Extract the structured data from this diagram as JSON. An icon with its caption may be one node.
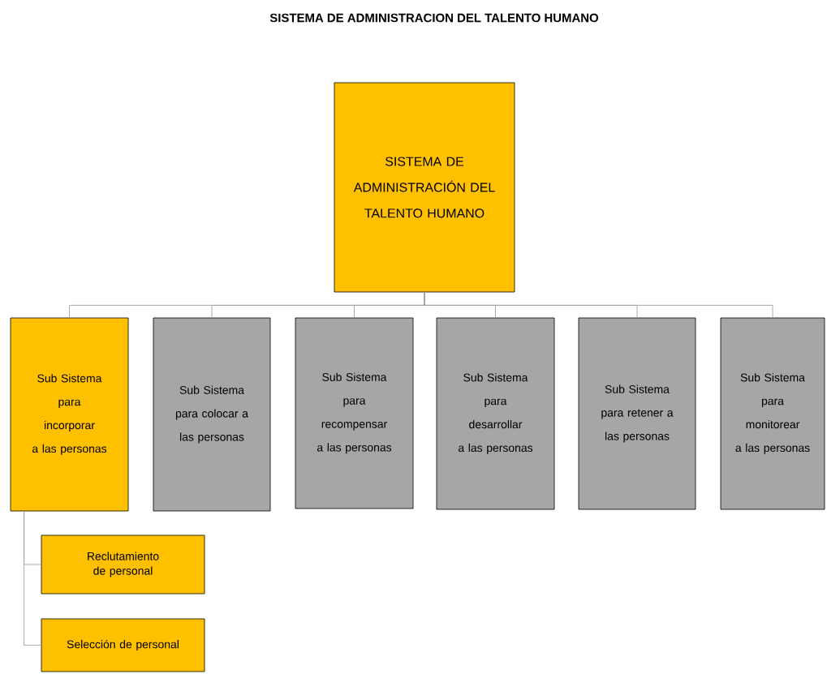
{
  "diagram": {
    "title": "SISTEMA DE ADMINISTRACION DEL TALENTO HUMANO",
    "nodes": [
      {
        "text": [
          "SISTEMA DE ADMINISTRACIÓN DEL TALENTO HUMANO"
        ]
      },
      {
        "text": [
          "Sub Sistema para incorporar a las personas"
        ]
      },
      {
        "text": [
          "Sub Sistema para colocar a las personas"
        ]
      },
      {
        "text": [
          "Sub Sistema para recompensar a las personas"
        ]
      },
      {
        "text": [
          "Sub Sistema para desarrollar a las personas"
        ]
      },
      {
        "text": [
          "Sub Sistema para retener a las personas"
        ]
      },
      {
        "text": [
          "Sub Sistema para monitorear a las personas"
        ]
      },
      {
        "text": [
          "Reclutamiento de personal"
        ]
      },
      {
        "text": [
          "Selección de personal"
        ]
      }
    ],
    "edges": [
      {
        "from": 0,
        "to": 1,
        "arrow": "none"
      },
      {
        "from": 0,
        "to": 2,
        "arrow": "none"
      },
      {
        "from": 0,
        "to": 3,
        "arrow": "none"
      },
      {
        "from": 0,
        "to": 4,
        "arrow": "none"
      },
      {
        "from": 0,
        "to": 5,
        "arrow": "none"
      },
      {
        "from": 0,
        "to": 6,
        "arrow": "none"
      },
      {
        "from": 1,
        "to": 7,
        "arrow": "none"
      },
      {
        "from": 1,
        "to": 8,
        "arrow": "none"
      }
    ]
  }
}
